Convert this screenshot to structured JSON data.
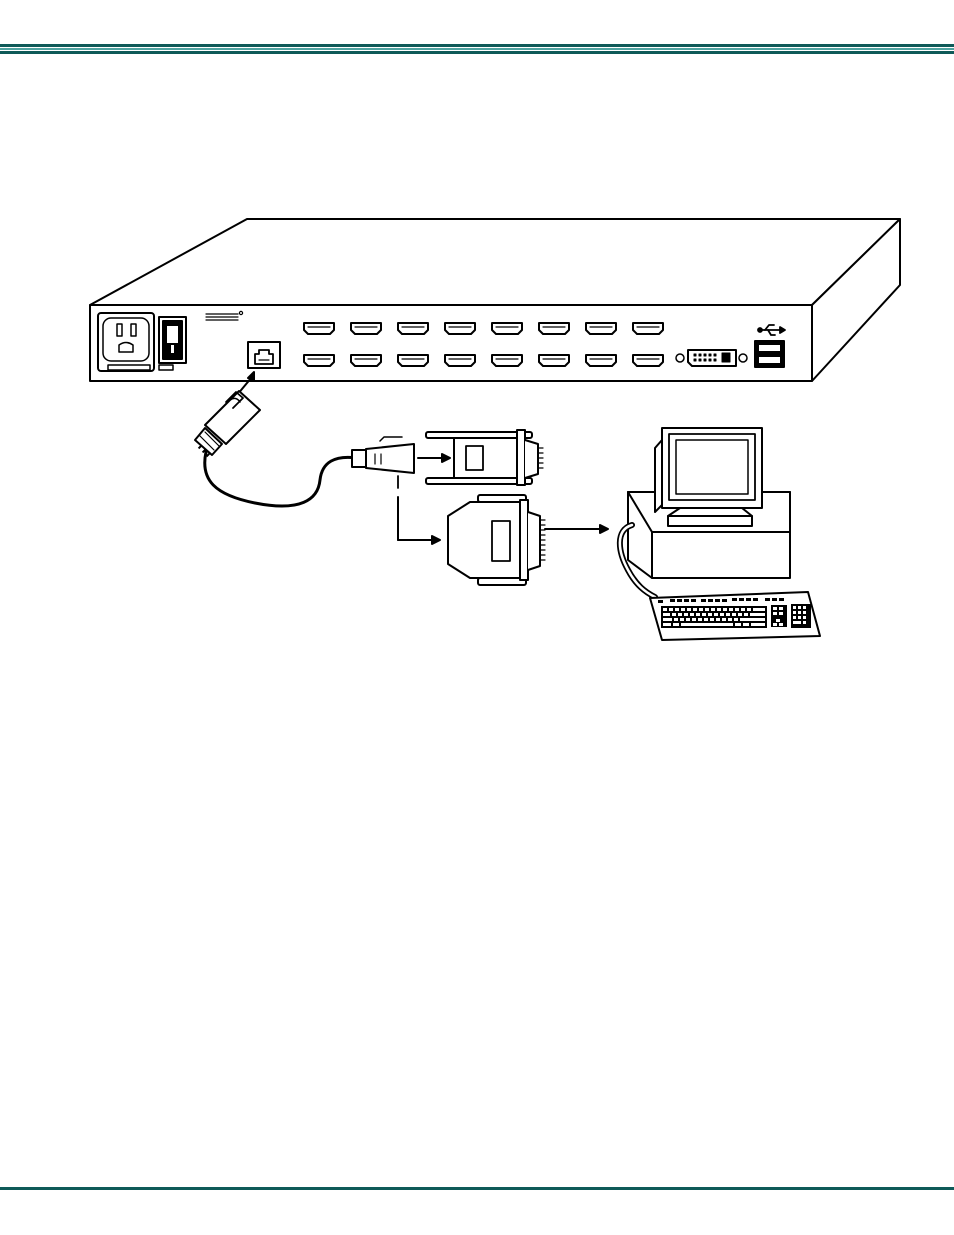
{
  "colors": {
    "rule_dark": "#0f5a58",
    "rule_light": "#4fa3a0",
    "line": "#000000",
    "paper": "#ffffff"
  },
  "diagram": {
    "kvm_switch": {
      "hdmi_port_rows": 2,
      "hdmi_ports_per_row": 8,
      "ports": [
        "power-inlet",
        "power-switch",
        "rs232-rj45-port",
        "dvi-port",
        "usb-ports"
      ]
    },
    "cable": {
      "from": "rj45-plug",
      "to": "serial-adapters"
    },
    "adapters": [
      "db9-adapter",
      "db25-adapter"
    ],
    "computer": {
      "parts": [
        "monitor",
        "system-unit",
        "keyboard"
      ]
    }
  }
}
